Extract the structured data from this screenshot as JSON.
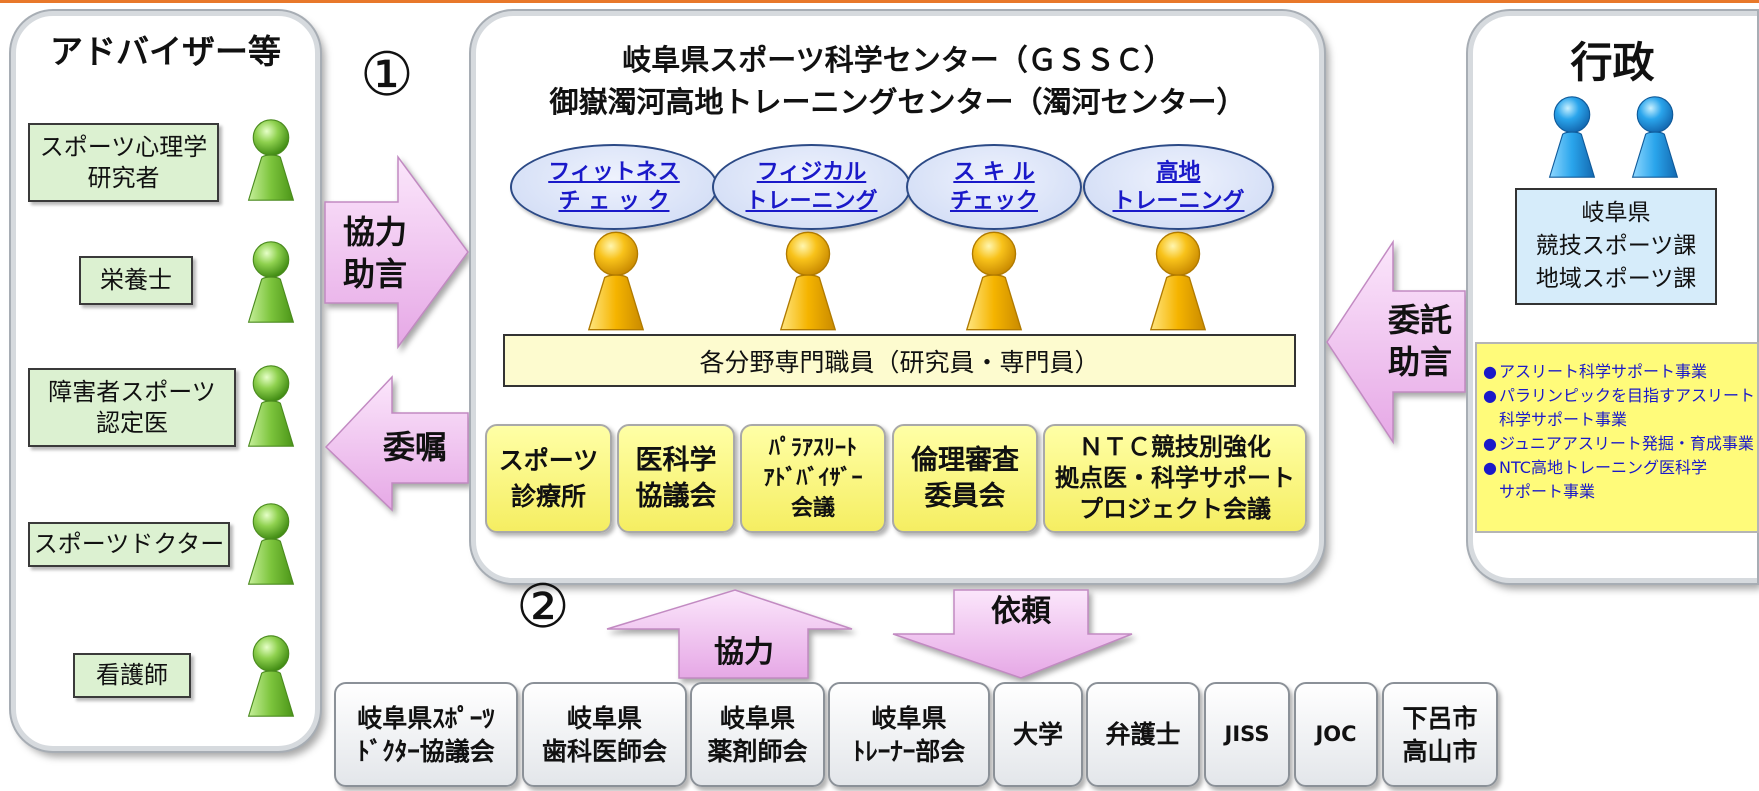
{
  "colors": {
    "accent_line": "#e8782a",
    "advisor_icon": "#7cc43c",
    "staff_icon": "#f5b400",
    "government_icon": "#2aa5ec",
    "arrow": "#f2c8f2",
    "link_text": "#1a19c9"
  },
  "advisors": {
    "title": "アドバイザー等",
    "icon": "person-icon",
    "items": [
      {
        "lines": [
          "スポーツ心理学",
          "研究者"
        ]
      },
      {
        "lines": [
          "栄養士"
        ]
      },
      {
        "lines": [
          "障害者スポーツ",
          "認定医"
        ]
      },
      {
        "lines": [
          "スポーツドクター"
        ]
      },
      {
        "lines": [
          "看護師"
        ]
      }
    ]
  },
  "link_1": {
    "number": "①",
    "to_center": [
      "協力",
      "助言"
    ],
    "from_center": [
      "委嘱"
    ]
  },
  "center": {
    "title_lines": [
      "岐阜県スポーツ科学センター（ＧＳＳＣ）",
      "御嶽濁河高地トレーニングセンター（濁河センター）"
    ],
    "functions": [
      {
        "lines": [
          "フィットネス",
          "チ ェ ッ ク"
        ]
      },
      {
        "lines": [
          "フィジカル",
          "トレーニング"
        ]
      },
      {
        "lines": [
          "ス キ ル",
          "チェック"
        ]
      },
      {
        "lines": [
          "高地",
          "トレーニング"
        ]
      }
    ],
    "staff_icon": "person-icon",
    "staff_label": "各分野専門職員（研究員・専門員）",
    "committees": [
      {
        "lines": [
          "スポーツ",
          "診療所"
        ]
      },
      {
        "lines": [
          "医科学",
          "協議会"
        ]
      },
      {
        "lines": [
          "ﾊﾟﾗｱｽﾘｰﾄ",
          "ｱﾄﾞﾊﾞｲｻﾞｰ",
          "会議"
        ]
      },
      {
        "lines": [
          "倫理審査",
          "委員会"
        ]
      },
      {
        "lines": [
          "ＮＴＣ競技別強化",
          "拠点医・科学サポート",
          "プロジェクト会議"
        ]
      }
    ]
  },
  "government": {
    "title": "行政",
    "icon": "person-icon",
    "dept_lines": [
      "岐阜県",
      "競技スポーツ課",
      "地域スポーツ課"
    ],
    "bullet": "●",
    "programs": [
      {
        "lines": [
          "アスリート科学サポート事業"
        ]
      },
      {
        "lines": [
          "パラリンピックを目指すアスリート",
          "科学サポート事業"
        ]
      },
      {
        "lines": [
          "ジュニアアスリート発掘・育成事業"
        ]
      },
      {
        "lines": [
          "NTC高地トレーニング医科学",
          "サポート事業"
        ]
      }
    ]
  },
  "link_government": {
    "lines": [
      "委託",
      "助言"
    ]
  },
  "link_2": {
    "number": "②",
    "up_label": "協力",
    "down_label": "依頼"
  },
  "partners": [
    {
      "lines": [
        "岐阜県ｽﾎﾟｰﾂ",
        "ﾄﾞｸﾀｰ協議会"
      ]
    },
    {
      "lines": [
        "岐阜県",
        "歯科医師会"
      ]
    },
    {
      "lines": [
        "岐阜県",
        "薬剤師会"
      ]
    },
    {
      "lines": [
        "岐阜県",
        "ﾄﾚｰﾅｰ部会"
      ]
    },
    {
      "lines": [
        "大学"
      ]
    },
    {
      "lines": [
        "弁護士"
      ]
    },
    {
      "lines": [
        "JISS"
      ]
    },
    {
      "lines": [
        "JOC"
      ]
    },
    {
      "lines": [
        "下呂市",
        "高山市"
      ]
    }
  ]
}
